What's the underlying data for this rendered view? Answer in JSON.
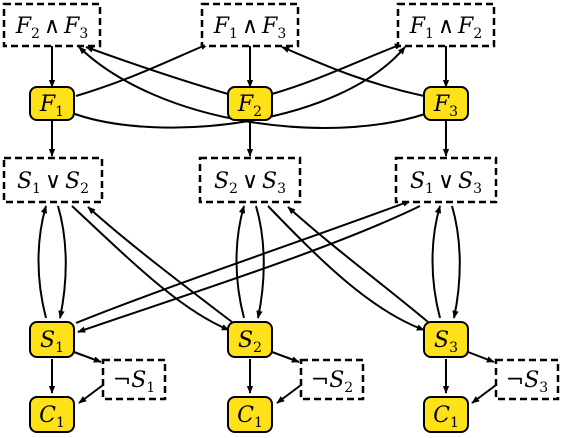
{
  "nodes": {
    "top": [
      {
        "name": "F2 ∧ F3",
        "a": "F",
        "as": "2",
        "op": "∧",
        "b": "F",
        "bs": "3"
      },
      {
        "name": "F1 ∧ F3",
        "a": "F",
        "as": "1",
        "op": "∧",
        "b": "F",
        "bs": "3"
      },
      {
        "name": "F1 ∧ F2",
        "a": "F",
        "as": "1",
        "op": "∧",
        "b": "F",
        "bs": "2"
      }
    ],
    "f": [
      {
        "name": "F1",
        "a": "F",
        "as": "1"
      },
      {
        "name": "F2",
        "a": "F",
        "as": "2"
      },
      {
        "name": "F3",
        "a": "F",
        "as": "3"
      }
    ],
    "mid": [
      {
        "name": "S1 ∨ S2",
        "a": "S",
        "as": "1",
        "op": "∨",
        "b": "S",
        "bs": "2"
      },
      {
        "name": "S2 ∨ S3",
        "a": "S",
        "as": "2",
        "op": "∨",
        "b": "S",
        "bs": "3"
      },
      {
        "name": "S1 ∨ S3",
        "a": "S",
        "as": "1",
        "op": "∨",
        "b": "S",
        "bs": "3"
      }
    ],
    "s": [
      {
        "name": "S1",
        "a": "S",
        "as": "1"
      },
      {
        "name": "S2",
        "a": "S",
        "as": "2"
      },
      {
        "name": "S3",
        "a": "S",
        "as": "3"
      }
    ],
    "neg": [
      {
        "name": "¬S1",
        "op": "¬",
        "a": "S",
        "as": "1"
      },
      {
        "name": "¬S2",
        "op": "¬",
        "a": "S",
        "as": "2"
      },
      {
        "name": "¬S3",
        "op": "¬",
        "a": "S",
        "as": "3"
      }
    ],
    "c": [
      {
        "name": "C1",
        "a": "C",
        "as": "1"
      },
      {
        "name": "C1",
        "a": "C",
        "as": "1"
      },
      {
        "name": "C1",
        "a": "C",
        "as": "1"
      }
    ]
  },
  "colors": {
    "node_fill": "#ffe11a",
    "stroke": "#000000",
    "background": "#ffffff"
  }
}
